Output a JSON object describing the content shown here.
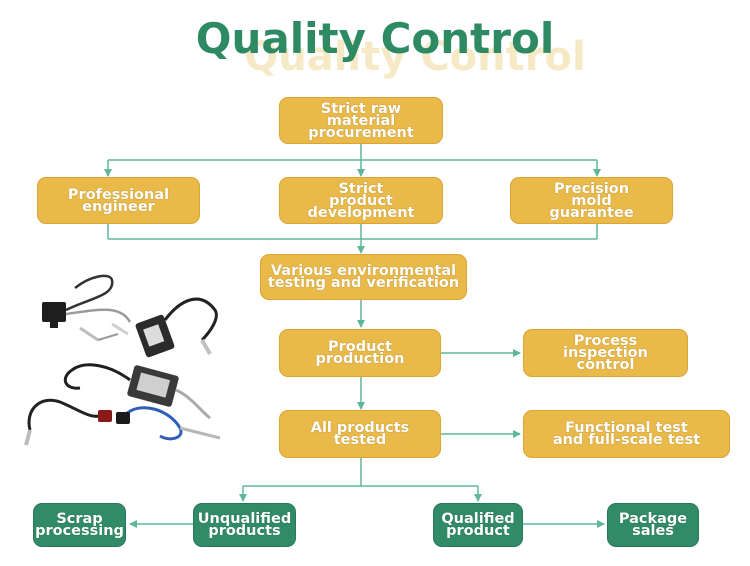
{
  "title": "Quality Control",
  "nodes": {
    "procurement": "Strict raw\nmaterial\nprocurement",
    "engineer": "Professional\nengineer",
    "development": "Strict\nproduct\ndevelopment",
    "mold": "Precision\nmold\nguarantee",
    "testing": "Various environmental\ntesting and verification",
    "production": "Product production",
    "inspection": "Process\ninspection\ncontrol",
    "tested": "All products tested",
    "functional": "Functional test\nand full-scale test",
    "scrap": "Scrap\nprocessing",
    "unqualified": "Unqualified\nproducts",
    "qualified": "Qualified\nproduct",
    "package": "Package\nsales"
  },
  "colors": {
    "title": "#2e8a63",
    "gold_box": "#e9b94a",
    "green_box": "#318b66",
    "connector": "#5fb79b"
  },
  "image": {
    "subject": "automotive NOx sensors with cables and connectors"
  }
}
